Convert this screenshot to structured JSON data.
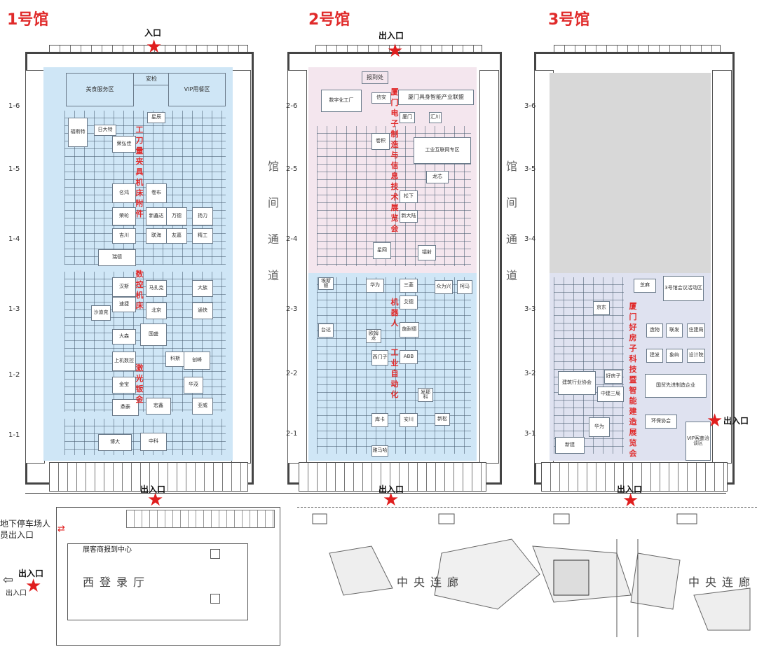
{
  "halls": [
    {
      "title": "1号馆",
      "entry_top": "入口",
      "entry_bottom": "出入口",
      "row_labels": [
        "1-6",
        "1-5",
        "1-4",
        "1-3",
        "1-2",
        "1-1"
      ],
      "top_zones": [
        "美食服务区",
        "安检",
        "VIP用餐区"
      ],
      "zone_text_1": "工刀量夹具机床附件",
      "zone_text_2": "数控机床",
      "zone_text_3": "激光钣金",
      "booths": [
        "日大特",
        "福斯特",
        "星辰",
        "荣弘佳",
        "名鸿",
        "卷布",
        "荣轮",
        "新鑫达",
        "万德",
        "扬力",
        "联海",
        "瑞德",
        "马扎克",
        "汉斯",
        "速捷",
        "大族",
        "北京",
        "通快",
        "大森",
        "国盛",
        "科斯",
        "上机数控",
        "金宝",
        "宏鑫",
        "鼎泰",
        "创峰",
        "亚威",
        "博大",
        "中科",
        "华茂",
        "沙迪克",
        "友嘉",
        "吉川",
        "精工"
      ]
    },
    {
      "title": "2号馆",
      "entry_top": "出入口",
      "entry_bottom": "出入口",
      "row_labels": [
        "2-6",
        "2-5",
        "2-4",
        "2-3",
        "2-2",
        "2-1"
      ],
      "top_zones": [
        "报到处",
        "厦门具身智能产业联盟"
      ],
      "zone_text_1": "厦门电子制造与信息技术展览会",
      "zone_text_2": "机器人",
      "zone_text_3": "工业自动化",
      "booths": [
        "信安",
        "汇川",
        "数字化工厂",
        "工业互联网专区",
        "星网",
        "厦门",
        "卷积",
        "松下",
        "镭射",
        "新大陆",
        "龙芯",
        "华为",
        "三菱",
        "艾德",
        "施耐德",
        "欧姆龙",
        "西门子",
        "ABB",
        "发那科",
        "库卡",
        "安川",
        "雅马哈",
        "台达",
        "埃斯顿",
        "众为兴",
        "柯马",
        "新松"
      ]
    },
    {
      "title": "3号馆",
      "entry_bottom": "出入口",
      "entry_right": "出入口",
      "row_labels": [
        "3-6",
        "3-5",
        "3-4",
        "3-3",
        "3-2",
        "3-1"
      ],
      "zone_text_1": "厦门好房子科技暨智能建造展览会",
      "booths": [
        "芝麻",
        "3号馆会议活动区",
        "京东",
        "建筑行业协会",
        "造物",
        "好房子",
        "华为",
        "中建三局",
        "环保协会",
        "建发",
        "VIP客商洽谈区",
        "新建",
        "国贸先进制造企业",
        "联发",
        "象屿",
        "住建局",
        "设计院"
      ]
    }
  ],
  "corridor_label": "馆间通道",
  "parking_label": "地下停车场人员出入口",
  "reg_center": "展客商报到中心",
  "west_hall": "西登录厅",
  "central_gallery": "中央连廊",
  "left_exit": "出入口",
  "colors": {
    "hall_title": "#e02a2a",
    "blue_zone": "#cfe6f6",
    "pink_zone": "#f4e6ee",
    "gray_zone": "#d8d8d8",
    "lavender_zone": "#dfe2f0",
    "star": "#e01e1e"
  }
}
